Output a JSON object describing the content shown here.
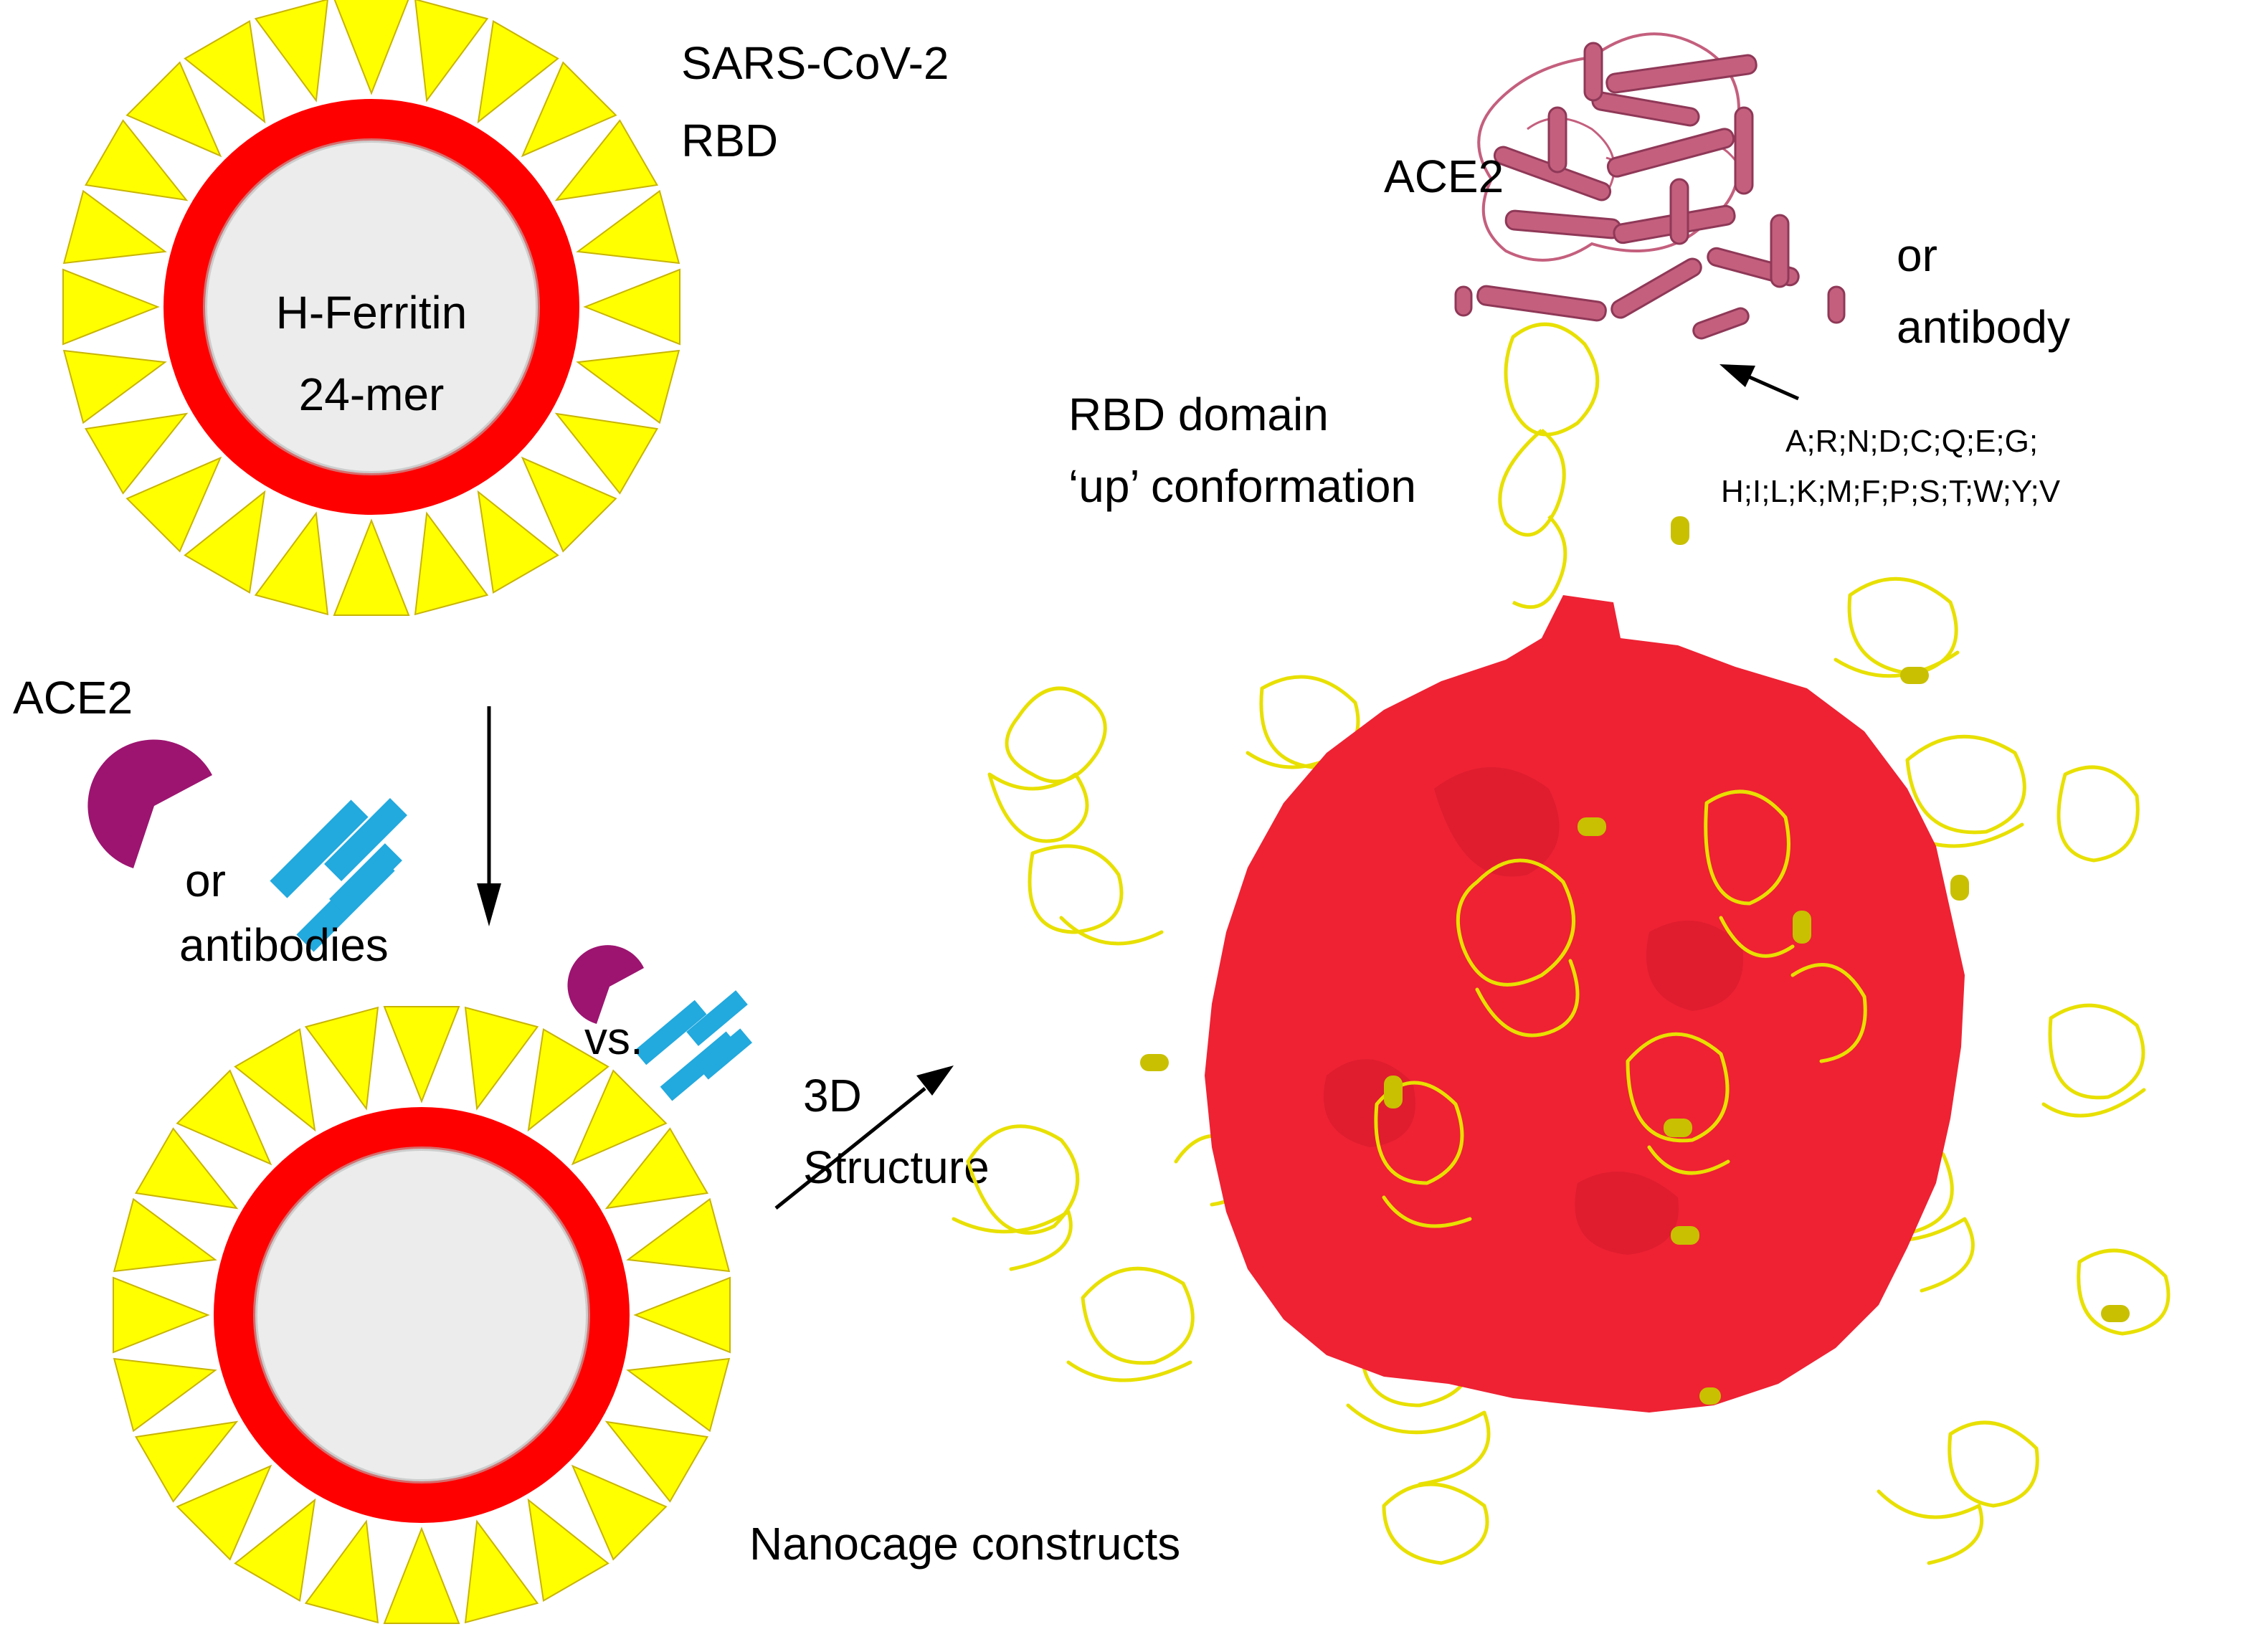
{
  "labels": {
    "sars_rbd_line1": "SARS-CoV-2",
    "sars_rbd_line2": "RBD",
    "ferritin_line1": "H-Ferritin",
    "ferritin_line2": "24-mer",
    "ace2_left": "ACE2",
    "or_left": "or",
    "antibodies": "antibodies",
    "vs": "vs.",
    "structure_3d_line1": "3D",
    "structure_3d_line2": "Structure",
    "nanocage_constructs": "Nanocage constructs",
    "ace2_top": "ACE2",
    "or_right": "or",
    "antibody": "antibody",
    "rbd_domain_line1": "RBD domain",
    "rbd_domain_line2": "‘up’ conformation",
    "amino_acids_line1": "A;R;N;D;C;Q;E;G;",
    "amino_acids_line2": "H;I;L;K;M;F;P;S;T;W;Y;V"
  },
  "colors": {
    "rbd_yellow": "#ffff00",
    "rbd_stroke": "#c8b400",
    "ferritin_shell_red": "#ff0000",
    "core_grey": "#ececec",
    "ace2_purple": "#9c1470",
    "antibody_blue": "#22a9de",
    "protein_pink": "#c45f7e",
    "surface_red": "#ee2233",
    "ribbon_yellow": "#e8e000"
  },
  "icons": [
    "ace2-pacman-icon",
    "antibody-y-icon",
    "arrow-down-icon",
    "arrow-diagonal-icon",
    "arrow-pointer-icon"
  ]
}
